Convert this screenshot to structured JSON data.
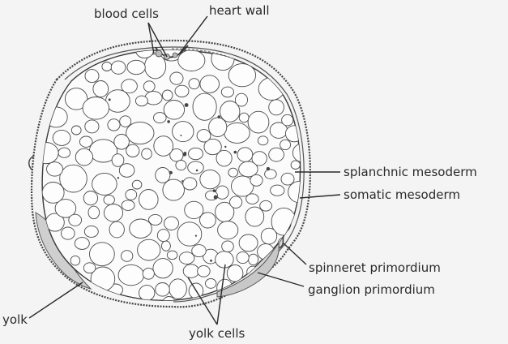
{
  "labels": {
    "blood_cells": "blood cells",
    "heart_wall": "heart wall",
    "splanchnic_mesoderm": "splanchnic mesoderm",
    "somatic_mesoderm": "somatic mesoderm",
    "spinneret_primordium": "spinneret primordium",
    "ganglion_primordium": "ganglion primordium",
    "yolk": "yolk",
    "yolk_cells": "yolk cells"
  },
  "colors": {
    "background": "#f4f4f4",
    "ink": "#2a2a2a"
  }
}
